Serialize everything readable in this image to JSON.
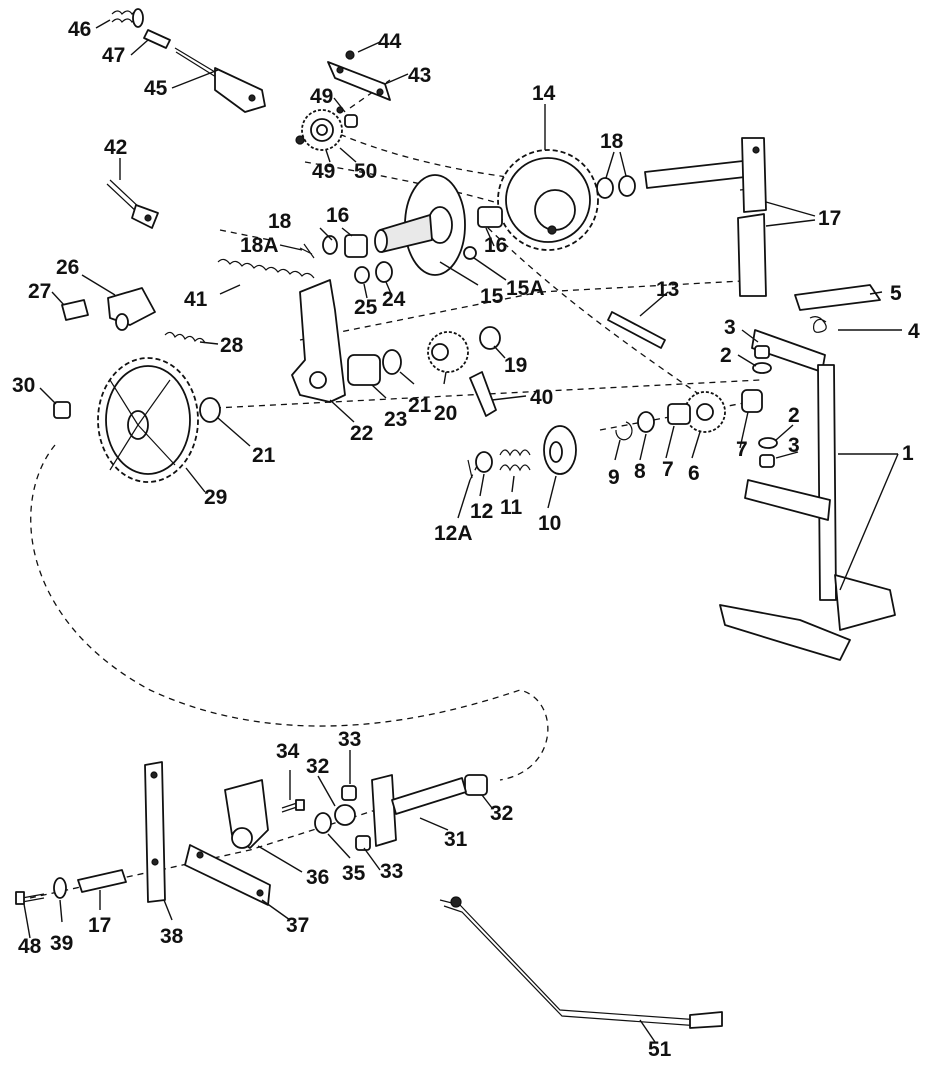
{
  "diagram": {
    "callouts": [
      "1",
      "2",
      "2",
      "3",
      "3",
      "4",
      "5",
      "6",
      "7",
      "7",
      "8",
      "9",
      "10",
      "11",
      "12",
      "12A",
      "13",
      "14",
      "15",
      "15A",
      "16",
      "16",
      "17",
      "17",
      "18",
      "18",
      "18A",
      "19",
      "20",
      "21",
      "21",
      "22",
      "23",
      "24",
      "25",
      "26",
      "27",
      "28",
      "29",
      "30",
      "31",
      "32",
      "32",
      "33",
      "33",
      "34",
      "35",
      "36",
      "37",
      "38",
      "39",
      "40",
      "41",
      "42",
      "43",
      "44",
      "45",
      "46",
      "47",
      "48",
      "49",
      "49",
      "50",
      "51"
    ]
  }
}
